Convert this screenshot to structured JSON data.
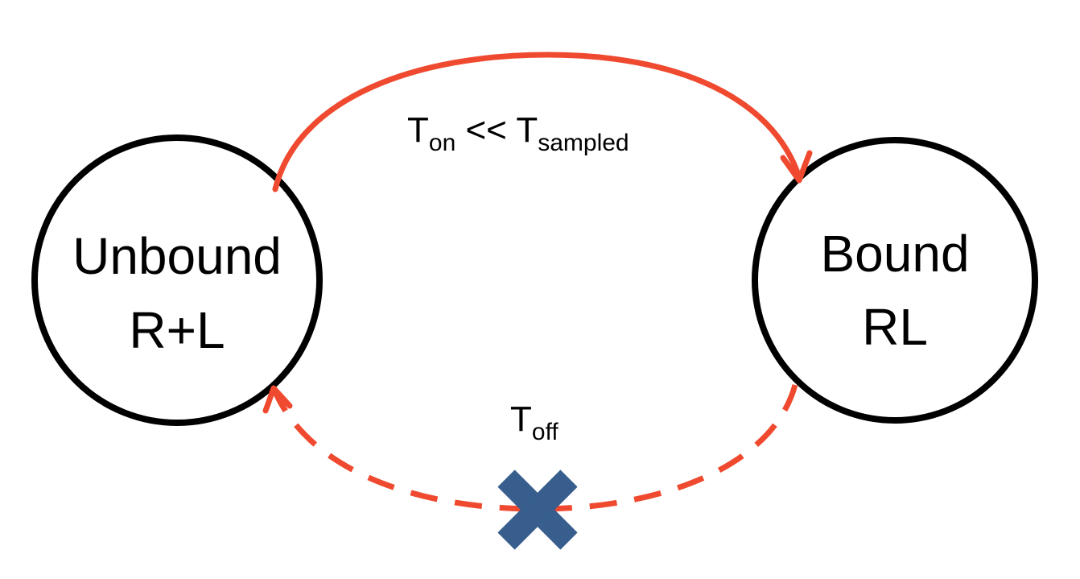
{
  "states": {
    "unbound": {
      "line1": "Unbound",
      "line2": "R+L"
    },
    "bound": {
      "line1": "Bound",
      "line2": "RL"
    }
  },
  "transitions": {
    "binding": {
      "main": "T",
      "sub_on": "on",
      "relation": " << ",
      "main2": "T",
      "sub_sampled": "sampled"
    },
    "unbinding": {
      "main": "T",
      "sub_off": "off"
    }
  },
  "colors": {
    "arrow": "#ef4a2f",
    "circle_stroke": "#000000",
    "cross": "#375e8c",
    "text": "#000000"
  },
  "icons": {
    "blocked_marker": "cross-icon"
  }
}
